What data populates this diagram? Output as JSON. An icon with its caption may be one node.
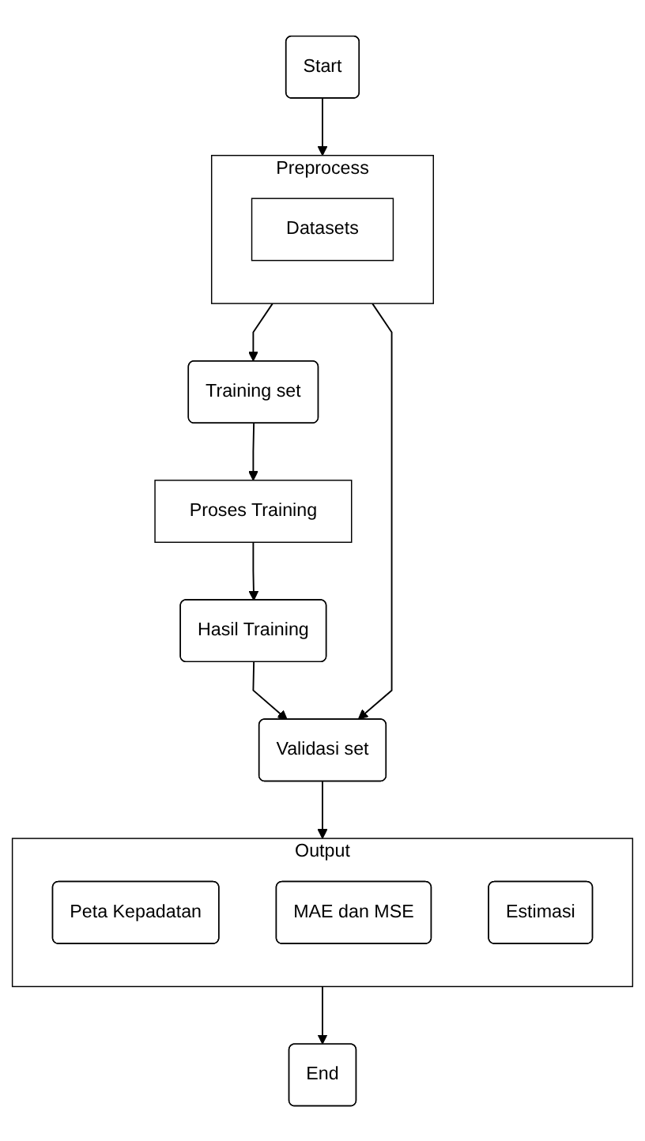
{
  "diagram": {
    "nodes": [
      {
        "text": [
          "Start"
        ]
      },
      {
        "text": [
          "Preprocess"
        ]
      },
      {
        "text": [
          "Datasets"
        ],
        "in": 1
      },
      {
        "text": [
          "Training set"
        ]
      },
      {
        "text": [
          "Validasi set"
        ]
      },
      {
        "text": [
          "Proses Training"
        ]
      },
      {
        "text": [
          "Hasil Training"
        ]
      },
      {
        "text": [
          "Output"
        ]
      },
      {
        "text": [
          "Peta Kepadatan"
        ],
        "in": 7
      },
      {
        "text": [
          "MAE dan MSE"
        ],
        "in": 7
      },
      {
        "text": [
          "Estimasi"
        ],
        "in": 7
      },
      {
        "text": [
          "End"
        ]
      }
    ],
    "edges": [
      {
        "from": 0,
        "to": 1,
        "arrow": "to"
      },
      {
        "from": 1,
        "to": 3,
        "arrow": "to"
      },
      {
        "from": 1,
        "to": 4,
        "arrow": "to"
      },
      {
        "from": 3,
        "to": 5,
        "arrow": "to"
      },
      {
        "from": 5,
        "to": 6,
        "arrow": "to"
      },
      {
        "from": 6,
        "to": 4,
        "arrow": "to"
      },
      {
        "from": 4,
        "to": 7,
        "arrow": "to"
      },
      {
        "from": 7,
        "to": 11,
        "arrow": "to"
      }
    ]
  }
}
